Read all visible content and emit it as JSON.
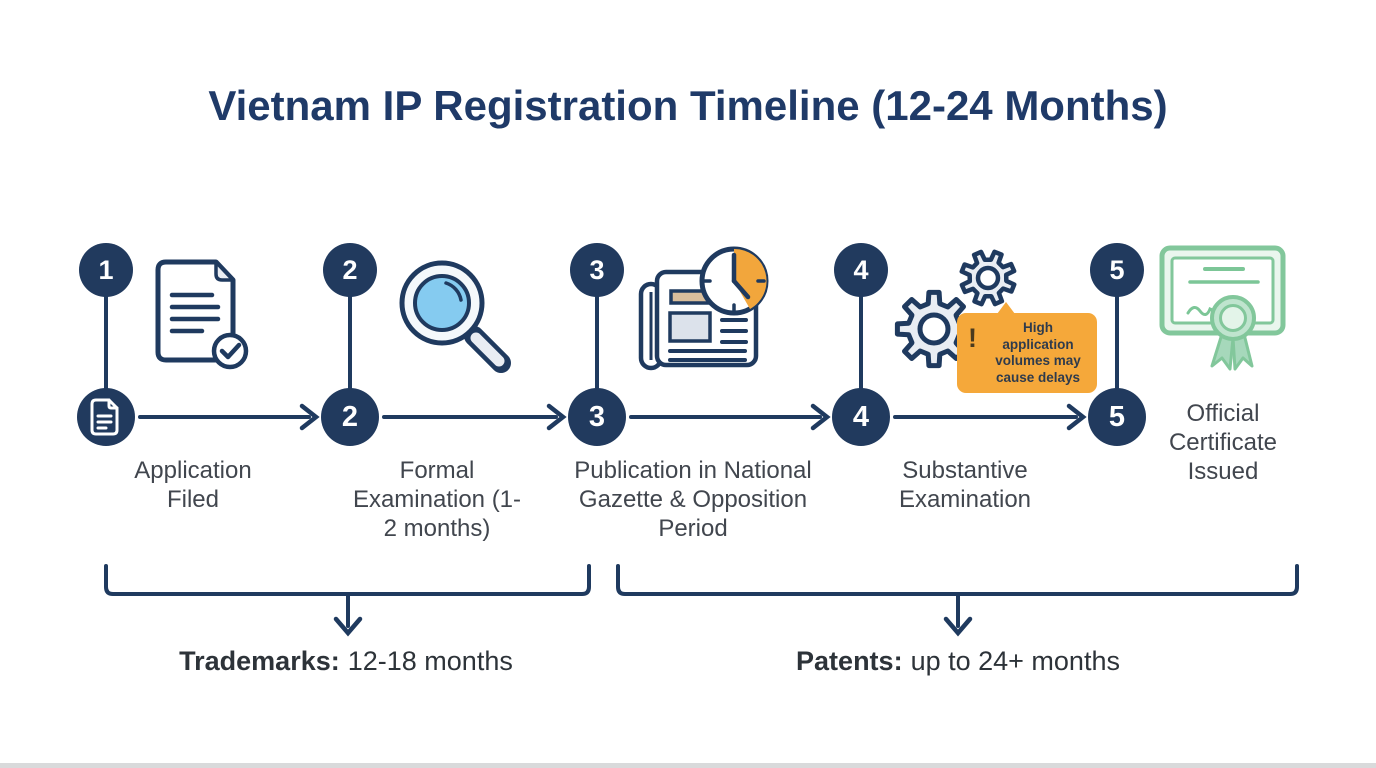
{
  "title": "Vietnam IP Registration Timeline (12-24 Months)",
  "steps": [
    {
      "number": "1",
      "label": "Application Filed",
      "icon": "document-check-icon",
      "node_icon": "document-icon"
    },
    {
      "number": "2",
      "label": "Formal Examination (1-2 months)",
      "icon": "magnifier-icon"
    },
    {
      "number": "3",
      "label": "Publication in National Gazette & Opposition Period",
      "icon": "newspaper-clock-icon"
    },
    {
      "number": "4",
      "label": "Substantive Examination",
      "icon": "gears-icon"
    },
    {
      "number": "5",
      "label": "Official Certificate Issued",
      "icon": "certificate-icon"
    }
  ],
  "callout": {
    "icon": "exclamation-icon",
    "exclamation": "!",
    "text": "High application volumes may cause delays"
  },
  "summary": [
    {
      "label": "Trademarks:",
      "value": "12-18 months"
    },
    {
      "label": "Patents:",
      "value": "up to 24+ months"
    }
  ],
  "colors": {
    "navy": "#1f3a5f",
    "title_navy": "#1f3a68",
    "label_gray": "#41464e",
    "callout_orange": "#f5a83a",
    "clock_orange": "#f2a63c",
    "lens_blue": "#85cbf0",
    "gear_fill": "#e9edf3",
    "cert_green_border": "#82c79b",
    "cert_green_fill": "#eaf6ee"
  }
}
